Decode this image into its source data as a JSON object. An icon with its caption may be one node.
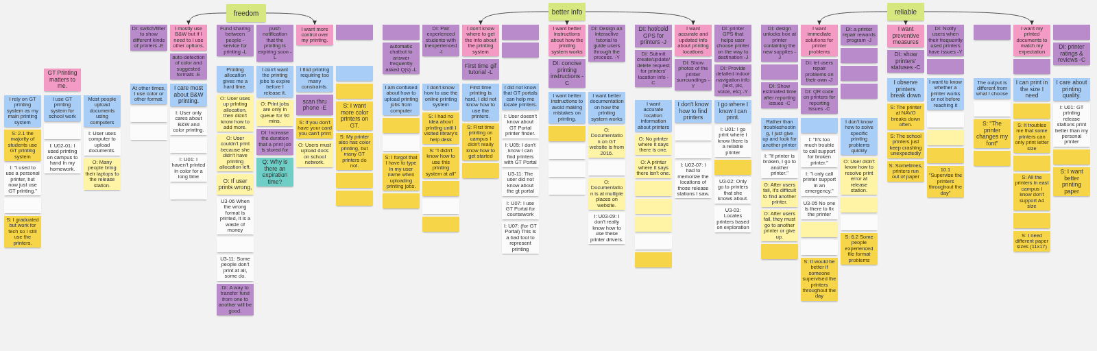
{
  "diagram": {
    "nodes": [
      {
        "text": [
          "GT Printing matters to me."
        ]
      },
      {
        "text": [
          "I rely on GT printing system as my main printing system"
        ]
      },
      {
        "text": [
          "I use GT printing system for school work"
        ]
      },
      {
        "text": [
          "Most people upload documents using computers"
        ]
      },
      {
        "text": [
          "S: 2.1 the majority of students use GT printing system"
        ]
      },
      {
        "text": [],
        "shape": "box"
      },
      {
        "text": [
          "I: User uses computer to upload documents."
        ]
      },
      {
        "text": [],
        "shape": "box"
      },
      {
        "text": [
          "I: \"I used to use a personal printer, but now just use GT printing.\""
        ]
      },
      {
        "text": [
          "I: U02-01: I used printing on campus to hand in my homework."
        ]
      },
      {
        "text": [
          "O: Many people bring their laptops to the release station."
        ]
      },
      {
        "text": [
          "S: I graduated but work for tech so I still use the printers."
        ]
      },
      {
        "text": [
          "freedom"
        ]
      },
      {
        "text": [
          "DI: switch/filter to show different kinds of printers -E"
        ]
      },
      {
        "text": [
          "I mostly use B&W but if I need to I use other options."
        ]
      },
      {
        "text": [
          "auto-detection of color and suggested formats -E"
        ]
      },
      {
        "text": [
          "At other times, I use color or other format."
        ]
      },
      {
        "text": [
          "I care most about B&W printing."
        ]
      },
      {
        "text": [],
        "shape": "box"
      },
      {
        "text": [],
        "shape": "box"
      },
      {
        "text": [
          "I: User only cares about B&W and color printing."
        ]
      },
      {
        "text": [],
        "shape": "box"
      },
      {
        "text": [
          "I: U01: I haven't printed in color for a long time"
        ]
      },
      {
        "text": [],
        "shape": "box"
      },
      {
        "text": [
          "I want more control over my printing."
        ]
      },
      {
        "text": [
          "Fund sharing between people - service for printing -L"
        ]
      },
      {
        "text": [
          "push notification that the printing is expiring soon -L"
        ]
      },
      {
        "text": [],
        "shape": "box"
      },
      {
        "text": [
          "Printing allocation gives me a hard time."
        ]
      },
      {
        "text": [
          "I don't want the printing jobs to expire before I release it."
        ]
      },
      {
        "text": [
          "I find printing requiring too many constraints."
        ]
      },
      {
        "text": [],
        "shape": "box"
      },
      {
        "text": [
          "O: User uses up printing allocation, then didn't know how to add more."
        ]
      },
      {
        "text": [
          "O: User couldn't print because she didn't have printing allocation left."
        ]
      },
      {
        "text": [
          "O: If user prints wrong,"
        ]
      },
      {
        "text": [
          "U3-06 When the wrong format is printed, it is a waste of money"
        ]
      },
      {
        "text": [],
        "shape": "box"
      },
      {
        "text": [
          "U3-11: Some people don't print at all, some do."
        ]
      },
      {
        "text": [
          "DI: A way to transfer fund from one to another will be good."
        ]
      },
      {
        "text": [
          "O: Print jobs are only in queue for 90 mins."
        ]
      },
      {
        "text": [
          "DI: Increase the duration that a print job is stored for"
        ]
      },
      {
        "text": [
          "Q: Why is there an expiration time?"
        ]
      },
      {
        "text": [
          "scan thru phone -E"
        ]
      },
      {
        "text": [
          "S: If you don't have your card you can't print"
        ]
      },
      {
        "text": [
          "O: Users must upload docs on school network."
        ]
      },
      {
        "text": [],
        "shape": "box"
      },
      {
        "text": [
          "S: I want more color printers on GT."
        ]
      },
      {
        "text": [
          "S: My printer also has color printing, but many GT printers do not."
        ]
      },
      {
        "text": [],
        "shape": "box"
      },
      {
        "text": [],
        "shape": "box"
      },
      {
        "text": [
          "better info"
        ]
      },
      {
        "text": [],
        "shape": "box"
      },
      {
        "text": [
          "DI: Pair experienced students with inexperienced -I"
        ]
      },
      {
        "text": [
          "automatic chatbot to answer frequently asked Q(s) -L"
        ]
      },
      {
        "text": [
          "I don't know where to get the info about the printing system"
        ]
      },
      {
        "text": [],
        "shape": "box"
      },
      {
        "text": [
          "First time gif tutorial -L"
        ]
      },
      {
        "text": [],
        "shape": "box"
      },
      {
        "text": [
          "I am confused about how to upload printing jobs from computer"
        ]
      },
      {
        "text": [
          "I don't know how to use the online printing system"
        ]
      },
      {
        "text": [
          "First time printing is hard, I did not know how to use the printers."
        ]
      },
      {
        "text": [
          "I did not know that GT portals can help me locate printers."
        ]
      },
      {
        "text": [],
        "shape": "box"
      },
      {
        "text": [],
        "shape": "box"
      },
      {
        "text": [
          "S: I forgot that I have to type in my user name when uploading printing jobs."
        ]
      },
      {
        "text": [],
        "shape": "box"
      },
      {
        "text": [
          "S: I had no idea about printing until I visited library's help desk"
        ]
      },
      {
        "text": [
          "S: \"I didn't know how to use this printing system at all\""
        ]
      },
      {
        "text": [],
        "shape": "box"
      },
      {
        "text": [],
        "shape": "box"
      },
      {
        "text": [],
        "shape": "box"
      },
      {
        "text": [
          "S: First time printing on campus I didn't really know how to get started"
        ]
      },
      {
        "text": [],
        "shape": "box"
      },
      {
        "text": [
          "I: User doesn't know about GT Portal printer finder."
        ]
      },
      {
        "text": [
          "I: U05: I don't know I can find printers with GT Portal"
        ]
      },
      {
        "text": [
          "U3-11: The user did not know about the gt portal"
        ]
      },
      {
        "text": [
          "I: U07: I use GT Portal for coursework"
        ]
      },
      {
        "text": [
          "I: U07: (for GT Portal) This is a bad tool to represent printing"
        ]
      },
      {
        "text": [
          "DI: concise printing instructions -C"
        ]
      },
      {
        "text": [
          "I want better instructions about how the printing system works"
        ]
      },
      {
        "text": [
          "DI: Design an interactive tutorial to guide users through the process. -Y"
        ]
      },
      {
        "text": [
          "I want better instructions to avoid making mistakes on printing."
        ]
      },
      {
        "text": [
          "I want better documentation on how the printing system works"
        ]
      },
      {
        "text": [],
        "shape": "box"
      },
      {
        "text": [],
        "shape": "box"
      },
      {
        "text": [],
        "shape": "box"
      },
      {
        "text": [],
        "shape": "box"
      },
      {
        "text": [
          "O: Documentation on GT website is from 2016."
        ]
      },
      {
        "text": [],
        "shape": "box"
      },
      {
        "text": [
          "O: Documentation is at multiple places on website."
        ]
      },
      {
        "text": [
          "I: U03-09: I don't really know how to use these printer drivers."
        ]
      },
      {
        "text": [
          "DI: hot/cold GPS for printers -J"
        ]
      },
      {
        "text": [
          "DI: printer GPS that helps user choose printer on the way to destination -J"
        ]
      },
      {
        "text": [
          "DI: Show photos of the printer surroundings -Y"
        ]
      },
      {
        "text": [
          "DI: Submit create/update/delete request for printers' location info -C"
        ]
      },
      {
        "text": [
          "I want accurate and updated info about printing locations"
        ]
      },
      {
        "text": [
          "DI: Provide detailed indoor navigation info (text, pic, voice, etc) -Y"
        ]
      },
      {
        "text": [
          "I want accurate location information about printers"
        ]
      },
      {
        "text": [
          "I don't know how to find printers"
        ]
      },
      {
        "text": [
          "I go where I know I can print."
        ]
      },
      {
        "text": [
          "O: No printer where it says there is one."
        ]
      },
      {
        "text": [
          "O: A printer where it says there isn't one."
        ]
      },
      {
        "text": [],
        "shape": "box"
      },
      {
        "text": [],
        "shape": "box"
      },
      {
        "text": [],
        "shape": "box"
      },
      {
        "text": [],
        "shape": "box"
      },
      {
        "text": [],
        "shape": "box"
      },
      {
        "text": [],
        "shape": "box"
      },
      {
        "text": [],
        "shape": "box"
      },
      {
        "text": [
          "I: U02-07: I had to memorize the locations of those release stations I saw."
        ]
      },
      {
        "text": [
          "I: U01: I go print where I know there is a reliable printer"
        ]
      },
      {
        "text": [],
        "shape": "box"
      },
      {
        "text": [
          "U3-02: Only go to printers that she knows about."
        ]
      },
      {
        "text": [
          "U3-03: Locates printers based on exploration"
        ]
      },
      {
        "text": [
          "DI: design unlocks box at printer containing the new supplies -J"
        ]
      },
      {
        "text": [
          "DI: a printer repair rewards program -J"
        ]
      },
      {
        "text": [],
        "shape": "box"
      },
      {
        "text": [
          "reliable"
        ]
      },
      {
        "text": [
          "DI: let users repair problems on their own -J"
        ]
      },
      {
        "text": [],
        "shape": "box"
      },
      {
        "text": [
          "DI: Show estimated time after reporting issues -C"
        ]
      },
      {
        "text": [
          "DI: QR code on printers for reporting issues -C"
        ]
      },
      {
        "text": [
          "I want immediate solutions for printer problems"
        ]
      },
      {
        "text": [],
        "shape": "box"
      },
      {
        "text": [],
        "shape": "box"
      },
      {
        "text": [
          "Rather than troubleshooting, I just give up and look for another printer"
        ]
      },
      {
        "text": [],
        "shape": "box"
      },
      {
        "text": [
          "I don't know how to solve specific printing problems quickly"
        ]
      },
      {
        "text": [
          "I: \"If printer is broken, I go to another printer.\""
        ]
      },
      {
        "text": [
          "O: After users fail, it's difficult to find another printer."
        ]
      },
      {
        "text": [
          "O: After users fail, they must go to another printer or give up."
        ]
      },
      {
        "text": [],
        "shape": "box"
      },
      {
        "text": [
          "I: \"It's too much trouble to call support for broken printer.\""
        ]
      },
      {
        "text": [
          "I: \"I only call printer support in an emergency.\""
        ]
      },
      {
        "text": [
          "U3-05 No one is there to fix the printer"
        ]
      },
      {
        "text": [],
        "shape": "box"
      },
      {
        "text": [],
        "shape": "box"
      },
      {
        "text": [
          "S: It would be better if someone supervised the printers throughout the day"
        ]
      },
      {
        "text": [
          "O: User didn't know how to resolve print error at release station."
        ]
      },
      {
        "text": [],
        "shape": "box"
      },
      {
        "text": [],
        "shape": "box"
      },
      {
        "text": [
          "S: 6.2 Some people experienced file format problems"
        ]
      },
      {
        "text": [
          "DI: Notify users when their frequently used printers have issues -Y"
        ]
      },
      {
        "text": [
          "DI: show printers' statuses -C"
        ]
      },
      {
        "text": [
          "I want preventive measures"
        ]
      },
      {
        "text": [],
        "shape": "box"
      },
      {
        "text": [
          "I observe printers break down"
        ]
      },
      {
        "text": [
          "S: The printer at NAVO breaks down often."
        ]
      },
      {
        "text": [
          "S: The school printers just keep crashing unexpectedly"
        ]
      },
      {
        "text": [
          "S: Sometimes, printers run out of paper"
        ]
      },
      {
        "text": [
          "I want to know whether a printer works or not before reaching it"
        ]
      },
      {
        "text": [],
        "shape": "box"
      },
      {
        "text": [],
        "shape": "box"
      },
      {
        "text": [],
        "shape": "box"
      },
      {
        "text": [
          "10.1 \"Supervise the printers throughout the day\""
        ]
      },
      {
        "text": [],
        "shape": "box"
      },
      {
        "text": [
          "I want my printed documents to match my expectation"
        ]
      },
      {
        "text": [],
        "shape": "box"
      },
      {
        "text": [],
        "shape": "box"
      },
      {
        "text": [
          "The output is different from what I choose"
        ]
      },
      {
        "text": [
          "I can print in the size I need"
        ]
      },
      {
        "text": [
          "I care about printing quality."
        ]
      },
      {
        "text": [
          "DI: printer ratings & reviews -C"
        ]
      },
      {
        "text": [],
        "shape": "box"
      },
      {
        "text": [
          "S: \"The printer changes my font\""
        ]
      },
      {
        "text": [],
        "shape": "box"
      },
      {
        "text": [],
        "shape": "box"
      },
      {
        "text": [
          "S: It troubles me that some printers can only print letter size"
        ]
      },
      {
        "text": [],
        "shape": "box"
      },
      {
        "text": [
          "S: All the printers in east campus I know don't support A4 size"
        ]
      },
      {
        "text": [],
        "shape": "box"
      },
      {
        "text": [
          "S: I need different paper sizes (11x17)"
        ]
      },
      {
        "text": [
          "I: U01: GT printing release stations print better than my personal printer"
        ]
      },
      {
        "text": [],
        "shape": "box"
      },
      {
        "text": [
          "S: I want better printing paper"
        ]
      }
    ],
    "edges": [
      {
        "from": 12,
        "to": 14,
        "arrow": "to"
      },
      {
        "from": 12,
        "to": 24,
        "arrow": "to"
      },
      {
        "from": 50,
        "to": 54,
        "arrow": "to"
      },
      {
        "from": 50,
        "to": 79,
        "arrow": "to"
      },
      {
        "from": 50,
        "to": 95,
        "arrow": "to"
      },
      {
        "from": 117,
        "to": 122,
        "arrow": "to"
      },
      {
        "from": 117,
        "to": 144,
        "arrow": "to"
      },
      {
        "from": 117,
        "to": 156,
        "arrow": "to"
      }
    ]
  }
}
